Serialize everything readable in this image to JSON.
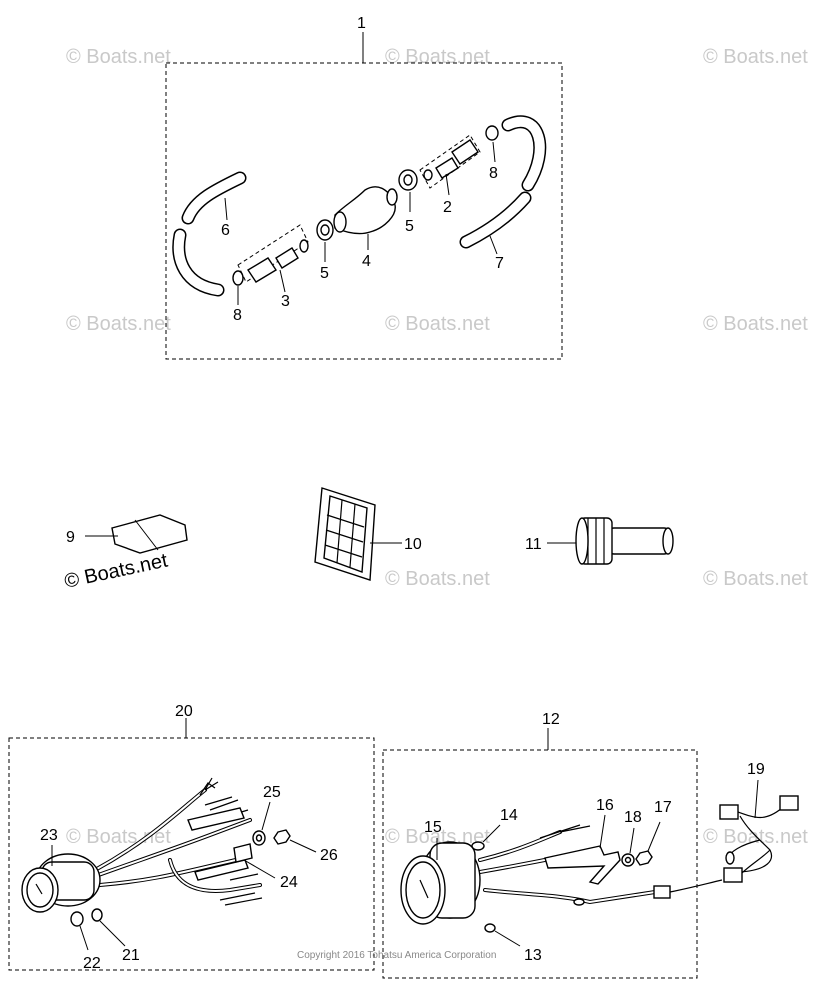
{
  "watermark": "© Boats.net",
  "copyright": "Copyright 2016 Tohatsu America Corporation",
  "callouts": {
    "n1": "1",
    "n2": "2",
    "n3": "3",
    "n4": "4",
    "n5a": "5",
    "n5b": "5",
    "n6": "6",
    "n7": "7",
    "n8a": "8",
    "n8b": "8",
    "n9": "9",
    "n10": "10",
    "n11": "11",
    "n12": "12",
    "n13": "13",
    "n14": "14",
    "n15": "15",
    "n16": "16",
    "n17": "17",
    "n18": "18",
    "n19": "19",
    "n20": "20",
    "n21": "21",
    "n22": "22",
    "n23": "23",
    "n24": "24",
    "n25": "25",
    "n26": "26"
  }
}
